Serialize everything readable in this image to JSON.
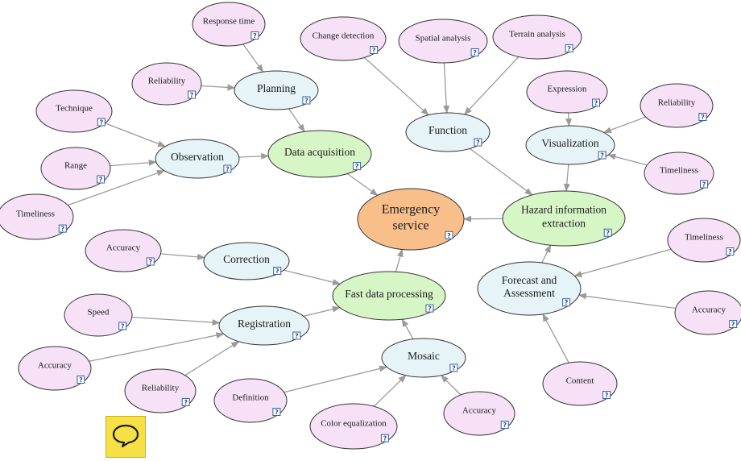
{
  "diagram": {
    "type": "concept-map",
    "colors": {
      "core": "#f8bf8b",
      "category": "#d7f6c6",
      "sub": "#e6f4f7",
      "leaf": "#f6e1f7",
      "edge": "#9a9a9a",
      "stroke": "#333333",
      "help_icon": "#1f4f9e",
      "comment_button": "#f7e046"
    },
    "help_icon_glyph": "?",
    "nodes": [
      {
        "id": "emergency-service",
        "lines": [
          "Emergency",
          "service"
        ],
        "level": "core"
      },
      {
        "id": "data-acquisition",
        "lines": [
          "Data acquisition"
        ],
        "level": "category"
      },
      {
        "id": "fast-data-processing",
        "lines": [
          "Fast data processing"
        ],
        "level": "category"
      },
      {
        "id": "hazard-information-extraction",
        "lines": [
          "Hazard information",
          "extraction"
        ],
        "level": "category"
      },
      {
        "id": "planning",
        "lines": [
          "Planning"
        ],
        "level": "sub"
      },
      {
        "id": "observation",
        "lines": [
          "Observation"
        ],
        "level": "sub"
      },
      {
        "id": "function",
        "lines": [
          "Function"
        ],
        "level": "sub"
      },
      {
        "id": "visualization",
        "lines": [
          "Visualization"
        ],
        "level": "sub"
      },
      {
        "id": "correction",
        "lines": [
          "Correction"
        ],
        "level": "sub"
      },
      {
        "id": "registration",
        "lines": [
          "Registration"
        ],
        "level": "sub"
      },
      {
        "id": "mosaic",
        "lines": [
          "Mosaic"
        ],
        "level": "sub"
      },
      {
        "id": "forecast-and-assessment",
        "lines": [
          "Forecast and",
          "Assessment"
        ],
        "level": "sub"
      },
      {
        "id": "response-time",
        "lines": [
          "Response time"
        ],
        "level": "leaf"
      },
      {
        "id": "reliability-planning",
        "lines": [
          "Reliability"
        ],
        "level": "leaf"
      },
      {
        "id": "technique",
        "lines": [
          "Technique"
        ],
        "level": "leaf"
      },
      {
        "id": "range",
        "lines": [
          "Range"
        ],
        "level": "leaf"
      },
      {
        "id": "timeliness-observation",
        "lines": [
          "Timeliness"
        ],
        "level": "leaf"
      },
      {
        "id": "change-detection",
        "lines": [
          "Change detection"
        ],
        "level": "leaf"
      },
      {
        "id": "spatial-analysis",
        "lines": [
          "Spatial analysis"
        ],
        "level": "leaf"
      },
      {
        "id": "terrain-analysis",
        "lines": [
          "Terrain analysis"
        ],
        "level": "leaf"
      },
      {
        "id": "expression",
        "lines": [
          "Expression"
        ],
        "level": "leaf"
      },
      {
        "id": "reliability-visualization",
        "lines": [
          "Reliability"
        ],
        "level": "leaf"
      },
      {
        "id": "timeliness-visualization",
        "lines": [
          "Timeliness"
        ],
        "level": "leaf"
      },
      {
        "id": "accuracy-correction",
        "lines": [
          "Accuracy"
        ],
        "level": "leaf"
      },
      {
        "id": "speed",
        "lines": [
          "Speed"
        ],
        "level": "leaf"
      },
      {
        "id": "accuracy-registration",
        "lines": [
          "Accuracy"
        ],
        "level": "leaf"
      },
      {
        "id": "reliability-registration",
        "lines": [
          "Reliability"
        ],
        "level": "leaf"
      },
      {
        "id": "definition",
        "lines": [
          "Definition"
        ],
        "level": "leaf"
      },
      {
        "id": "color-equalization",
        "lines": [
          "Color equalization"
        ],
        "level": "leaf"
      },
      {
        "id": "accuracy-mosaic",
        "lines": [
          "Accuracy"
        ],
        "level": "leaf"
      },
      {
        "id": "timeliness-forecast",
        "lines": [
          "Timeliness"
        ],
        "level": "leaf"
      },
      {
        "id": "accuracy-forecast",
        "lines": [
          "Accuracy"
        ],
        "level": "leaf"
      },
      {
        "id": "content",
        "lines": [
          "Content"
        ],
        "level": "leaf"
      }
    ],
    "edges": [
      {
        "from": "data-acquisition",
        "to": "emergency-service"
      },
      {
        "from": "fast-data-processing",
        "to": "emergency-service"
      },
      {
        "from": "hazard-information-extraction",
        "to": "emergency-service"
      },
      {
        "from": "planning",
        "to": "data-acquisition"
      },
      {
        "from": "observation",
        "to": "data-acquisition"
      },
      {
        "from": "response-time",
        "to": "planning"
      },
      {
        "from": "reliability-planning",
        "to": "planning"
      },
      {
        "from": "technique",
        "to": "observation"
      },
      {
        "from": "range",
        "to": "observation"
      },
      {
        "from": "timeliness-observation",
        "to": "observation"
      },
      {
        "from": "function",
        "to": "hazard-information-extraction"
      },
      {
        "from": "visualization",
        "to": "hazard-information-extraction"
      },
      {
        "from": "forecast-and-assessment",
        "to": "hazard-information-extraction"
      },
      {
        "from": "change-detection",
        "to": "function"
      },
      {
        "from": "spatial-analysis",
        "to": "function"
      },
      {
        "from": "terrain-analysis",
        "to": "function"
      },
      {
        "from": "expression",
        "to": "visualization"
      },
      {
        "from": "reliability-visualization",
        "to": "visualization"
      },
      {
        "from": "timeliness-visualization",
        "to": "visualization"
      },
      {
        "from": "correction",
        "to": "fast-data-processing"
      },
      {
        "from": "registration",
        "to": "fast-data-processing"
      },
      {
        "from": "mosaic",
        "to": "fast-data-processing"
      },
      {
        "from": "accuracy-correction",
        "to": "correction"
      },
      {
        "from": "speed",
        "to": "registration"
      },
      {
        "from": "accuracy-registration",
        "to": "registration"
      },
      {
        "from": "reliability-registration",
        "to": "registration"
      },
      {
        "from": "definition",
        "to": "mosaic"
      },
      {
        "from": "color-equalization",
        "to": "mosaic"
      },
      {
        "from": "accuracy-mosaic",
        "to": "mosaic"
      },
      {
        "from": "timeliness-forecast",
        "to": "forecast-and-assessment"
      },
      {
        "from": "accuracy-forecast",
        "to": "forecast-and-assessment"
      },
      {
        "from": "content",
        "to": "forecast-and-assessment"
      }
    ]
  },
  "comment_button": {
    "icon": "speech-bubble-icon"
  }
}
